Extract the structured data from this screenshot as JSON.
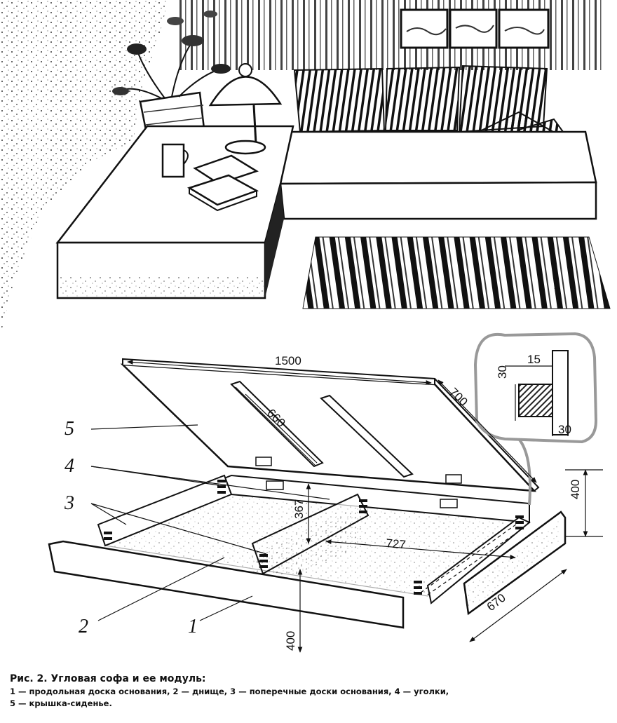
{
  "dimensions": {
    "length": "1500",
    "width": "700",
    "slat": "660",
    "corner_height": "367",
    "inner_span": "727",
    "module_height": "400",
    "end_board_length": "670",
    "base_board_height": "400",
    "detail_thickness": "15",
    "detail_height": "30",
    "detail_width": "30"
  },
  "callouts": {
    "c1": "1",
    "c2": "2",
    "c3": "3",
    "c4": "4",
    "c5": "5"
  },
  "caption": {
    "title": "Рис. 2. Угловая софа и ее модуль:",
    "legend_line1": "1 — продольная доска основания, 2 — днище, 3 — поперечные доски основания, 4 — уголки,",
    "legend_line2": "5 — крышка-сиденье."
  }
}
